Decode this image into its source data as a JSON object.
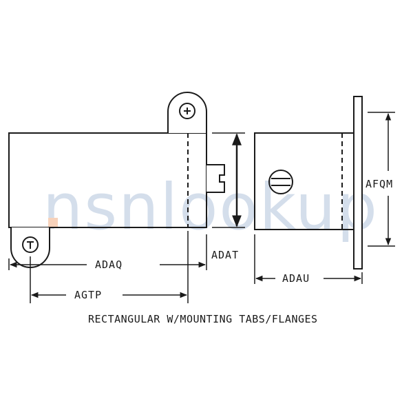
{
  "watermark": {
    "text": "nsnlookup",
    "colors": {
      "primary": "#b9c9df",
      "accent": "#f2b58f"
    }
  },
  "dimensions": {
    "adaq": "ADAQ",
    "agtp": "AGTP",
    "adat": "ADAT",
    "adau": "ADAU",
    "afqm": "AFQM"
  },
  "caption": "RECTANGULAR W/MOUNTING TABS/FLANGES",
  "colors": {
    "line": "#1a1a1a",
    "background": "#ffffff"
  }
}
